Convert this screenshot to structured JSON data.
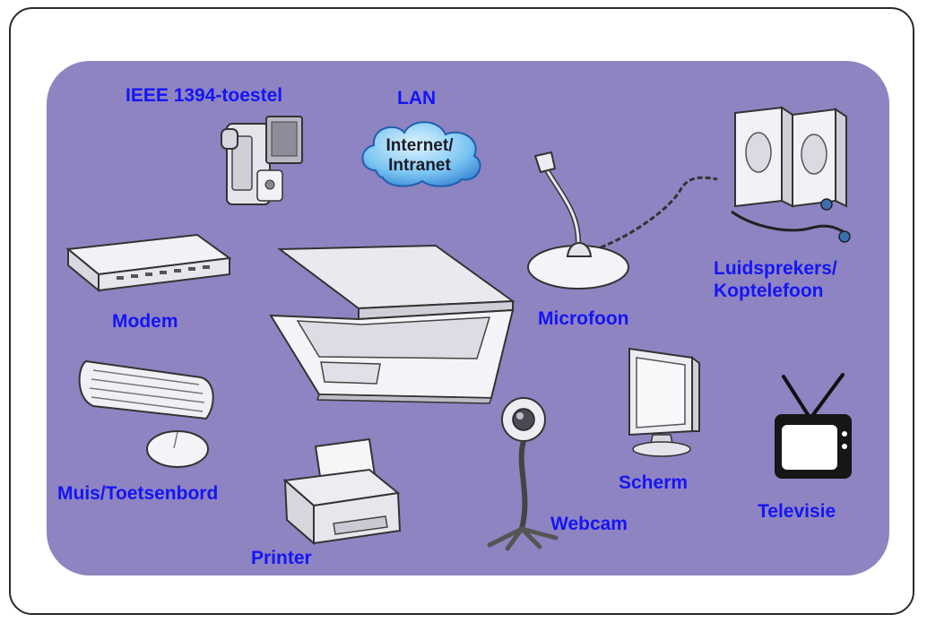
{
  "diagram": {
    "labels": {
      "ieee1394": "IEEE 1394-toestel",
      "lan": "LAN",
      "modem": "Modem",
      "microphone": "Microfoon",
      "speakers_line1": "Luidsprekers/",
      "speakers_line2": "Koptelefoon",
      "mouse_keyboard": "Muis/Toetsenbord",
      "printer": "Printer",
      "webcam": "Webcam",
      "monitor": "Scherm",
      "tv": "Televisie"
    },
    "cloud": {
      "line1": "Internet/",
      "line2": "Intranet"
    },
    "colors": {
      "label_text": "#1515f5",
      "panel": "#8e84c1",
      "cloud": "#4fa8e8"
    }
  }
}
